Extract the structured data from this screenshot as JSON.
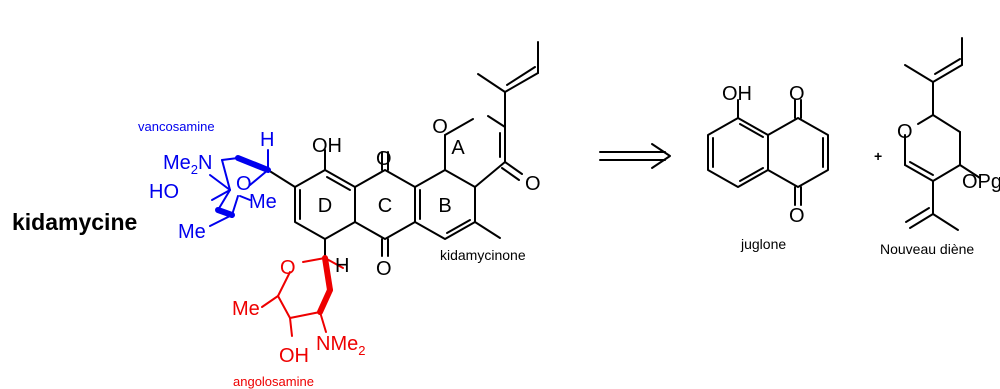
{
  "title": "kidamycine",
  "labels": {
    "vancosamine": "vancosamine",
    "angolosamine": "angolosamine",
    "kidamycinone": "kidamycinone",
    "juglone": "juglone",
    "nouveau_diene": "Nouveau diène",
    "plus": "+"
  },
  "rings": {
    "A": "A",
    "B": "B",
    "C": "C",
    "D": "D"
  },
  "atoms": {
    "oh": "OH",
    "o": "O",
    "h": "H",
    "me2n": "Me",
    "n": "N",
    "me2": "Me",
    "nme2_n": "NMe",
    "sub2": "2",
    "ho": "HO",
    "me": "Me",
    "opg": "OPg"
  },
  "colors": {
    "vancosamine": "#0000ee",
    "angolosamine": "#ee0000",
    "core": "#000000"
  }
}
